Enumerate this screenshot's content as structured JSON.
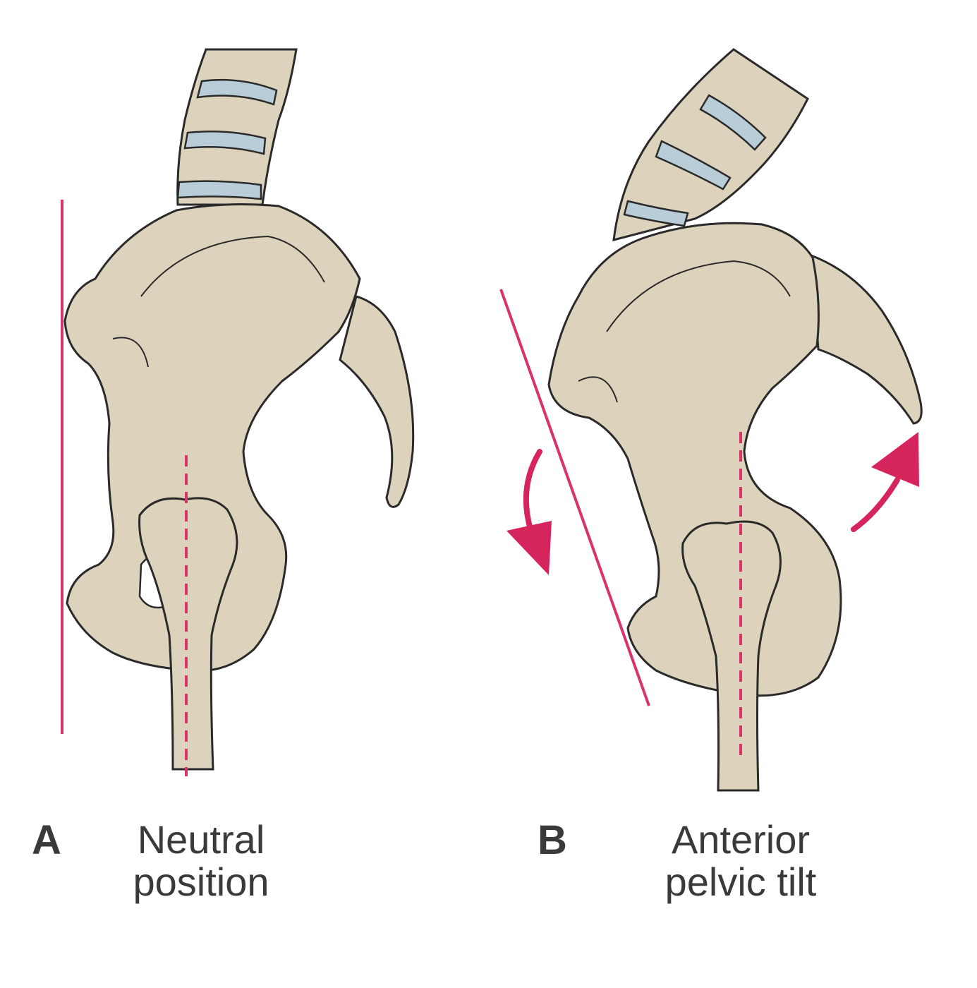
{
  "panels": [
    {
      "letter": "A",
      "caption_line1": "Neutral",
      "caption_line2": "position"
    },
    {
      "letter": "B",
      "caption_line1": "Anterior",
      "caption_line2": "pelvic tilt"
    }
  ],
  "colors": {
    "bone": "#ddd3bd",
    "bone_outline": "#2a2a2a",
    "disc": "#b9cdd8",
    "reference_line": "#d9336a",
    "arrow": "#d6245d",
    "text": "#3a3a3a"
  }
}
